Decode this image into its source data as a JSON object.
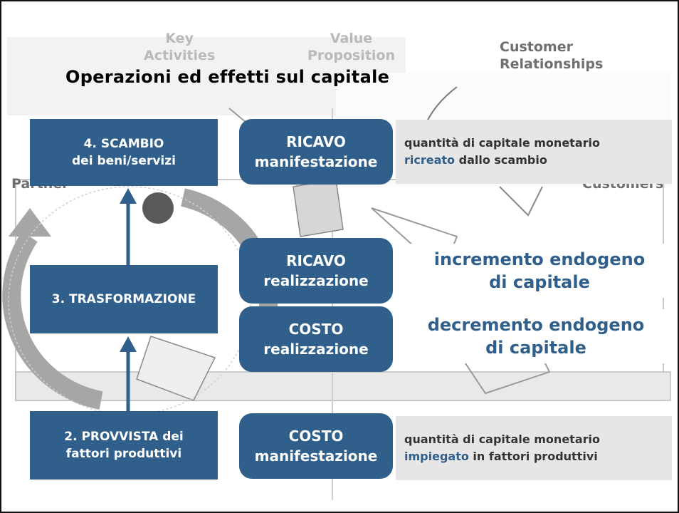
{
  "title": "Operazioni ed effetti sul capitale",
  "background_labels": {
    "key_activities": [
      "Key",
      "Activities"
    ],
    "value_proposition": [
      "Value",
      "Proposition"
    ],
    "customer_relationships": [
      "Customer",
      "Relationships"
    ],
    "partners": "Partner",
    "customers": "Customers"
  },
  "steps": {
    "scambio": [
      "4. SCAMBIO",
      "dei beni/servizi"
    ],
    "trasformazione": [
      "3. TRASFORMAZIONE"
    ],
    "provvista": [
      "2. PROVVISTA dei",
      "fattori produttivi"
    ]
  },
  "pills": {
    "ricavo_manifestazione": [
      "RICAVO",
      "manifestazione"
    ],
    "ricavo_realizzazione": [
      "RICAVO",
      "realizzazione"
    ],
    "costo_realizzazione": [
      "COSTO",
      "realizzazione"
    ],
    "costo_manifestazione": [
      "COSTO",
      "manifestazione"
    ]
  },
  "descriptions": {
    "ricavo_manifestazione": {
      "line1": "quantità di capitale monetario",
      "highlight": "ricreato",
      "rest": " dallo scambio"
    },
    "costo_manifestazione": {
      "line1": "quantità di capitale monetario",
      "highlight": "impiegato",
      "rest": " in fattori produttivi"
    }
  },
  "callouts": {
    "incremento": [
      "incremento endogeno",
      "di capitale"
    ],
    "decremento": [
      "decremento endogeno",
      "di capitale"
    ]
  },
  "colors": {
    "primary": "#2f5f8a",
    "panel": "#e6e6e6",
    "ring": "#a6a6a6"
  }
}
